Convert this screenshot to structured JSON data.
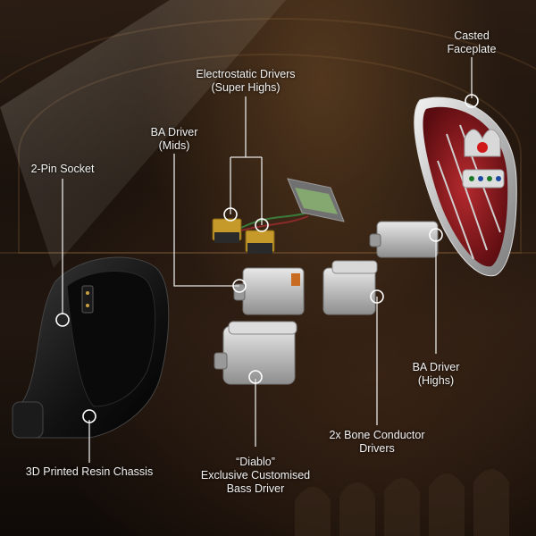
{
  "labels": {
    "electrostatic": {
      "line1": "Electrostatic Drivers",
      "line2": "(Super Highs)"
    },
    "casted_faceplate": {
      "line1": "Casted",
      "line2": "Faceplate"
    },
    "ba_mids": {
      "line1": "BA Driver",
      "line2": "(Mids)"
    },
    "two_pin": {
      "line1": "2-Pin Socket"
    },
    "ba_highs": {
      "line1": "BA Driver",
      "line2": "(Highs)"
    },
    "bone_conductor": {
      "line1": "2x Bone Conductor",
      "line2": "Drivers"
    },
    "chassis": {
      "line1": "3D Printed Resin Chassis"
    },
    "bass_driver": {
      "line1": "“Diablo”",
      "line2": "Exclusive Customised",
      "line3": "Bass Driver"
    }
  },
  "colors": {
    "callout_line": "#e6e6e6",
    "faceplate_red": "#8a1a1e",
    "metal": "#c9c9c9"
  }
}
